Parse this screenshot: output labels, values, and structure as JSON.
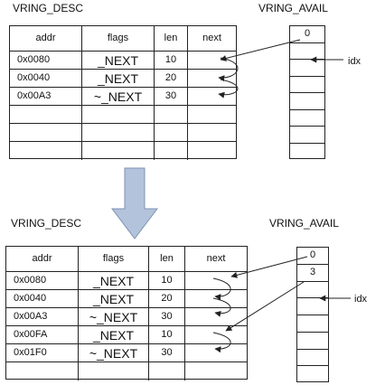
{
  "top": {
    "desc_title": "VRING_DESC",
    "avail_title": "VRING_AVAIL",
    "headers": [
      "addr",
      "flags",
      "len",
      "next"
    ],
    "rows": [
      {
        "addr": "0x0080",
        "flags": "_NEXT",
        "len": "10",
        "next": ""
      },
      {
        "addr": "0x0040",
        "flags": "_NEXT",
        "len": "20",
        "next": ""
      },
      {
        "addr": "0x00A3",
        "flags": "~_NEXT",
        "len": "30",
        "next": ""
      },
      {
        "addr": "",
        "flags": "",
        "len": "",
        "next": ""
      },
      {
        "addr": "",
        "flags": "",
        "len": "",
        "next": ""
      },
      {
        "addr": "",
        "flags": "",
        "len": "",
        "next": ""
      }
    ],
    "avail": [
      "0",
      "",
      "",
      "",
      "",
      "",
      "",
      ""
    ],
    "idx_label": "idx"
  },
  "bottom": {
    "desc_title": "VRING_DESC",
    "avail_title": "VRING_AVAIL",
    "headers": [
      "addr",
      "flags",
      "len",
      "next"
    ],
    "rows": [
      {
        "addr": "0x0080",
        "flags": "_NEXT",
        "len": "10",
        "next": ""
      },
      {
        "addr": "0x0040",
        "flags": "_NEXT",
        "len": "20",
        "next": ""
      },
      {
        "addr": "0x00A3",
        "flags": "~_NEXT",
        "len": "30",
        "next": ""
      },
      {
        "addr": "0x00FA",
        "flags": "_NEXT",
        "len": "10",
        "next": ""
      },
      {
        "addr": "0x01F0",
        "flags": "~_NEXT",
        "len": "30",
        "next": ""
      },
      {
        "addr": "",
        "flags": "",
        "len": "",
        "next": ""
      }
    ],
    "avail": [
      "0",
      "3",
      "",
      "",
      "",
      "",
      "",
      ""
    ],
    "idx_label": "idx"
  },
  "colors": {
    "line": "#222222",
    "arrow_fill": "#b3c3dc",
    "arrow_stroke": "#7f93b3"
  }
}
